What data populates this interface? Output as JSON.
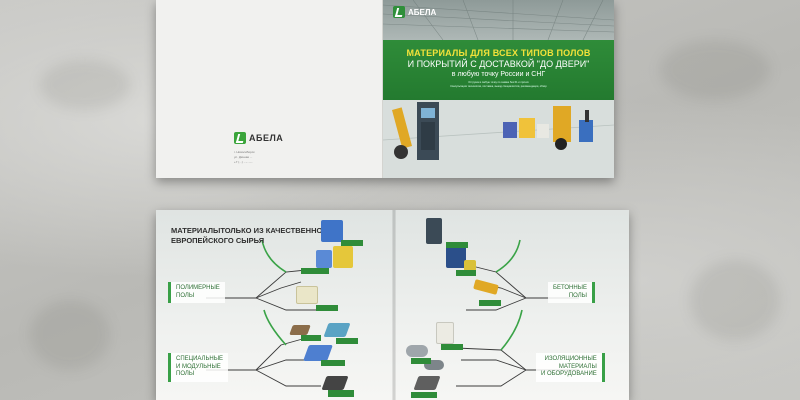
{
  "cover": {
    "logo_text": "АБЕЛА",
    "back_contacts": [
      "г. Новосибирск",
      "ул. Дачная ...",
      "+7 (...) ...-...-..."
    ],
    "headline_line1": "МАТЕРИАЛЫ ДЛЯ ВСЕХ ТИПОВ ПОЛОВ",
    "headline_line2": "И ПОКРЫТИЙ С ДОСТАВКОЙ \"ДО ДВЕРИ\"",
    "headline_line3": "в любую точку России и СНГ",
    "fine_print": [
      "Отгрузка в любую точку по заявке без 61 и прочих",
      "Консультация технологов, поставка, выезд специалистов, рекомендации, обзор"
    ]
  },
  "spread": {
    "title_line1": "МАТЕРИАЛЫТОЛЬКО ИЗ КАЧЕСТВЕННОГО",
    "title_line2": "ЕВРОПЕЙСКОГО СЫРЬЯ",
    "categories": {
      "polymer": [
        "ПОЛИМЕРНЫЕ",
        "ПОЛЫ"
      ],
      "concrete": [
        "БЕТОННЫЕ",
        "ПОЛЫ"
      ],
      "special": [
        "СПЕЦИАЛЬНЫЕ",
        "И МОДУЛЬНЫЕ",
        "ПОЛЫ"
      ],
      "insulation": [
        "ИЗОЛЯЦИОННЫЕ",
        "МАТЕРИАЛЫ",
        "И ОБОРУДОВАНИЕ"
      ]
    }
  },
  "colors": {
    "brand_green": "#2f8c39",
    "accent_yellow": "#f3e23a",
    "concrete_wall": "#c3c3bf"
  }
}
